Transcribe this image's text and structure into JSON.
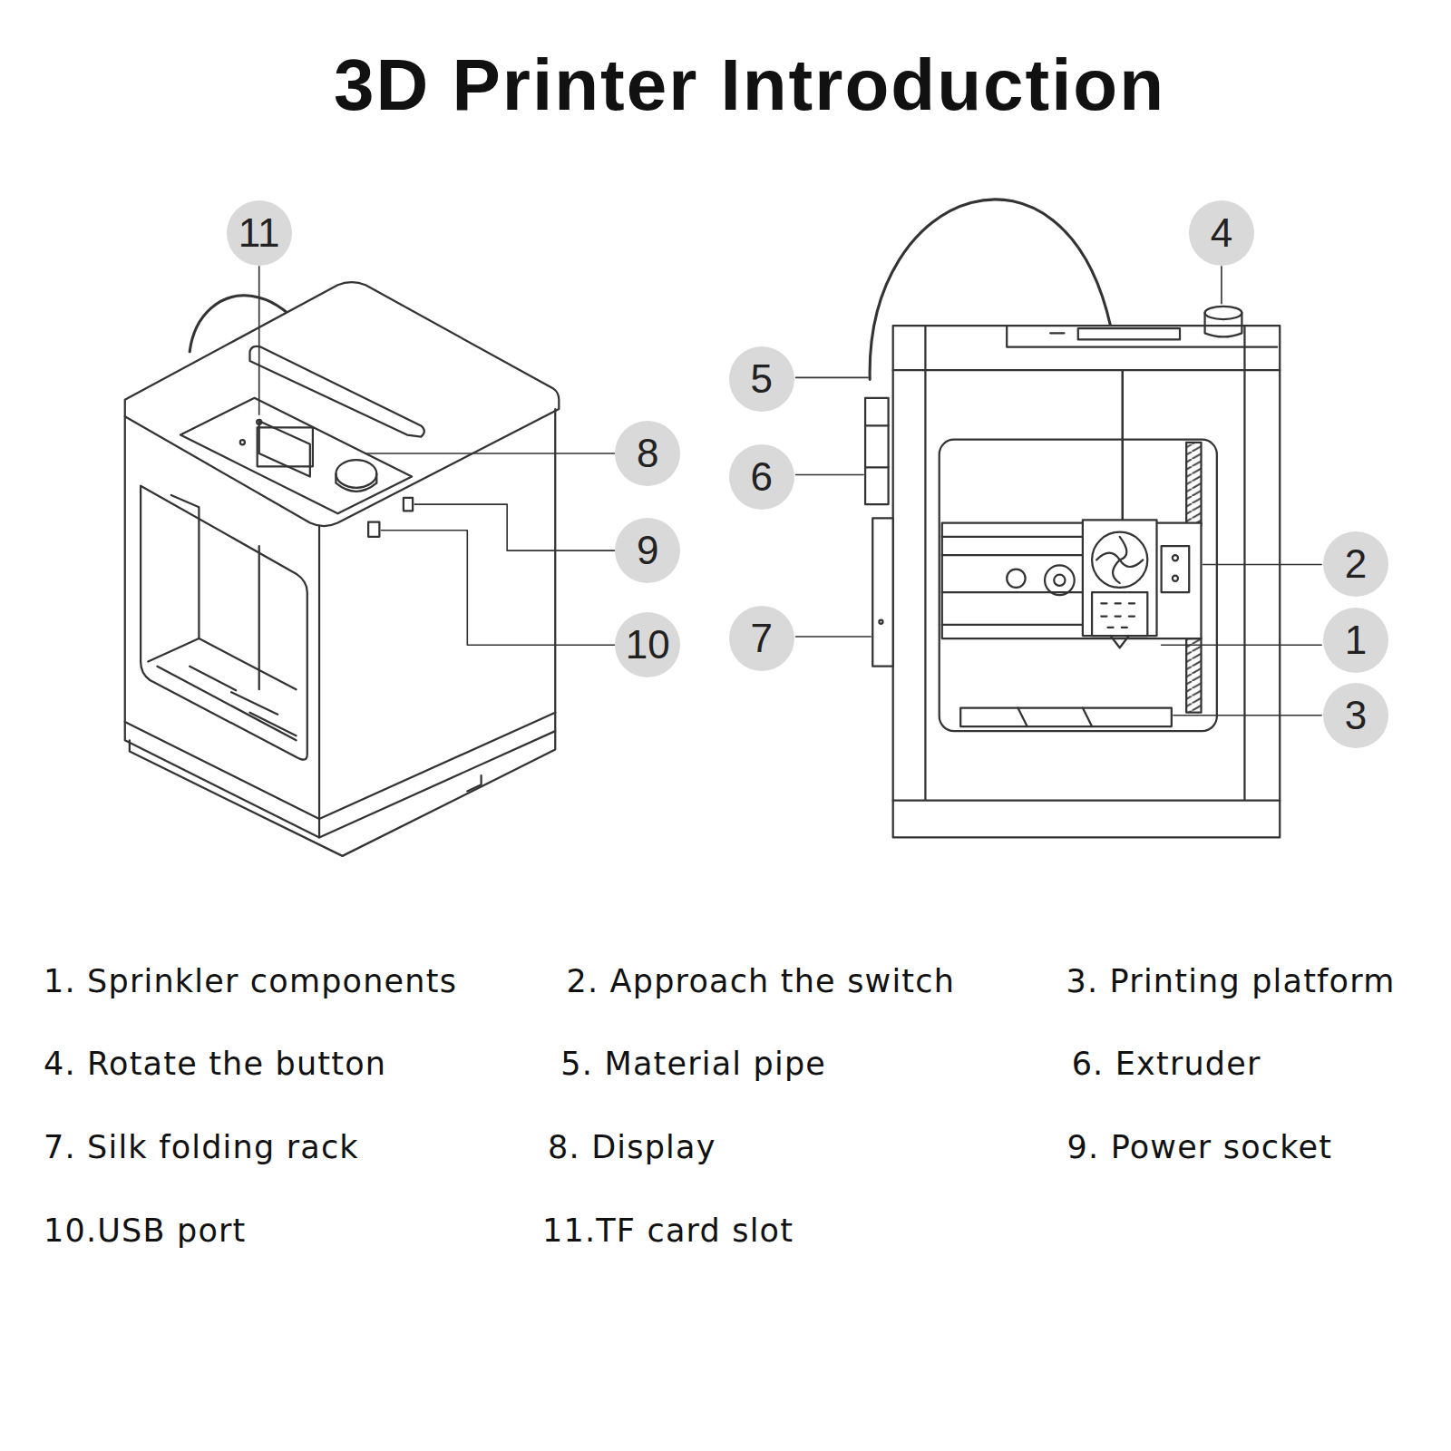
{
  "diagram": {
    "title": "3D Printer Introduction",
    "nodes": [
      {
        "text": [
          "11"
        ]
      },
      {
        "text": [
          "4"
        ]
      },
      {
        "text": [
          "5"
        ]
      },
      {
        "text": [
          "8"
        ]
      },
      {
        "text": [
          "6"
        ]
      },
      {
        "text": [
          "9"
        ]
      },
      {
        "text": [
          "2"
        ]
      },
      {
        "text": [
          "7"
        ]
      },
      {
        "text": [
          "1"
        ]
      },
      {
        "text": [
          "10"
        ]
      },
      {
        "text": [
          "3"
        ]
      }
    ],
    "labels": [
      "1. Sprinkler components",
      "2. Approach the switch",
      "3. Printing platform",
      "4. Rotate the button",
      "5. Material pipe",
      "6. Extruder",
      "7. Silk folding rack",
      "8. Display",
      "9. Power socket",
      "10.USB port",
      "11.TF card slot"
    ]
  }
}
